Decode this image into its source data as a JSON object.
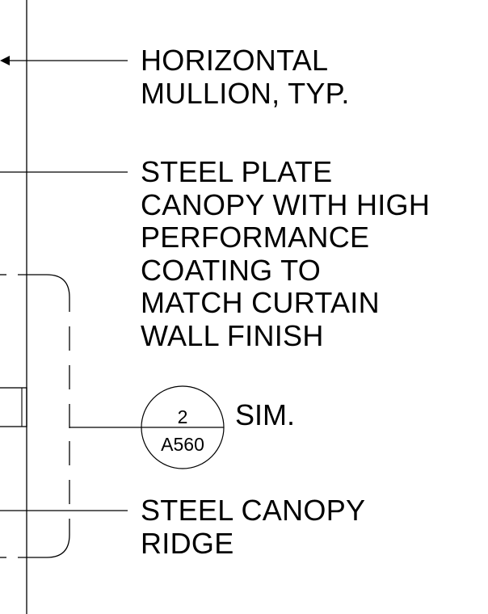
{
  "notes": {
    "mullion": {
      "lines": [
        "HORIZONTAL",
        "MULLION, TYP."
      ]
    },
    "canopy_plate": {
      "lines": [
        "STEEL PLATE",
        "CANOPY WITH HIGH",
        "PERFORMANCE",
        "COATING TO",
        "MATCH CURTAIN",
        "WALL FINISH"
      ]
    },
    "canopy_ridge": {
      "lines": [
        "STEEL CANOPY",
        "RIDGE"
      ]
    }
  },
  "detail_tag": {
    "number": "2",
    "sheet": "A560",
    "suffix": "SIM."
  },
  "colors": {
    "ink": "#000000",
    "paper": "#ffffff"
  }
}
